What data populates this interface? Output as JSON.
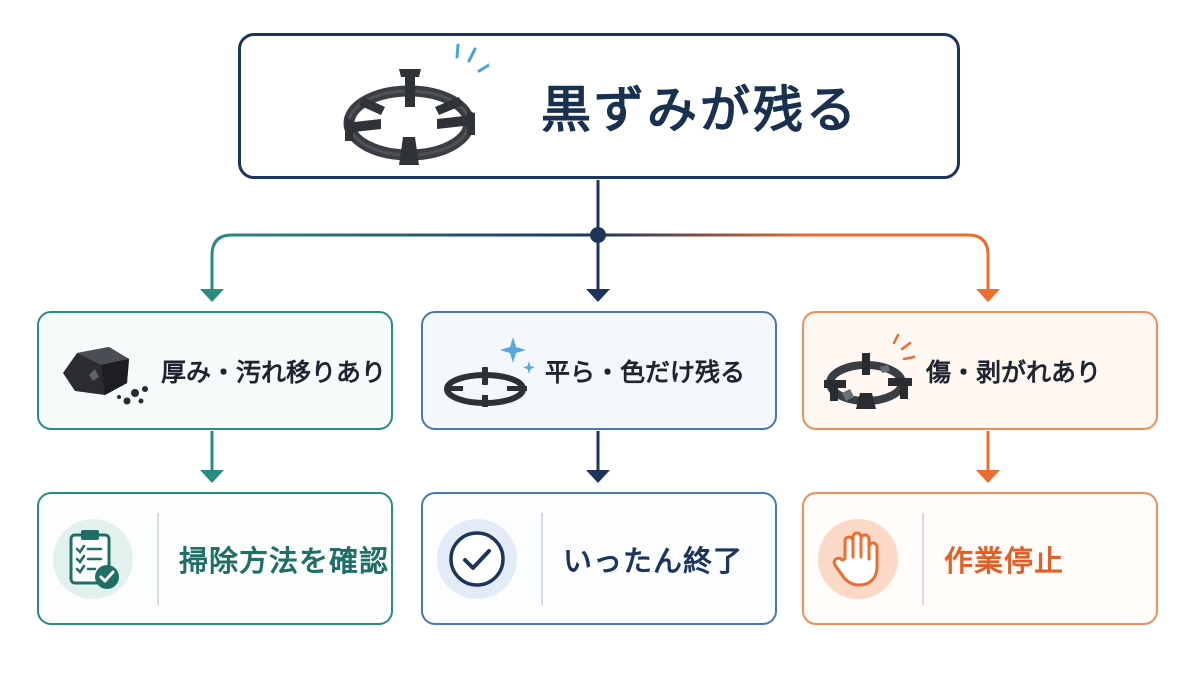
{
  "root": {
    "title": "黒ずみが残る",
    "icon": "gas-burner-grate-icon"
  },
  "colors": {
    "navy": "#1d355c",
    "teal": "#2a8c80",
    "blue": "#4a78b3",
    "orange": "#ec6d2d"
  },
  "branches": [
    {
      "condition": {
        "label": "厚み・汚れ移りあり",
        "icon": "carbon-chunk-icon"
      },
      "result": {
        "label": "掃除方法を確認",
        "icon": "clipboard-check-icon"
      }
    },
    {
      "condition": {
        "label": "平ら・色だけ残る",
        "icon": "sparkle-grate-icon"
      },
      "result": {
        "label": "いったん終了",
        "icon": "check-circle-icon"
      }
    },
    {
      "condition": {
        "label": "傷・剥がれあり",
        "icon": "damaged-grate-icon"
      },
      "result": {
        "label": "作業停止",
        "icon": "stop-hand-icon"
      }
    }
  ]
}
